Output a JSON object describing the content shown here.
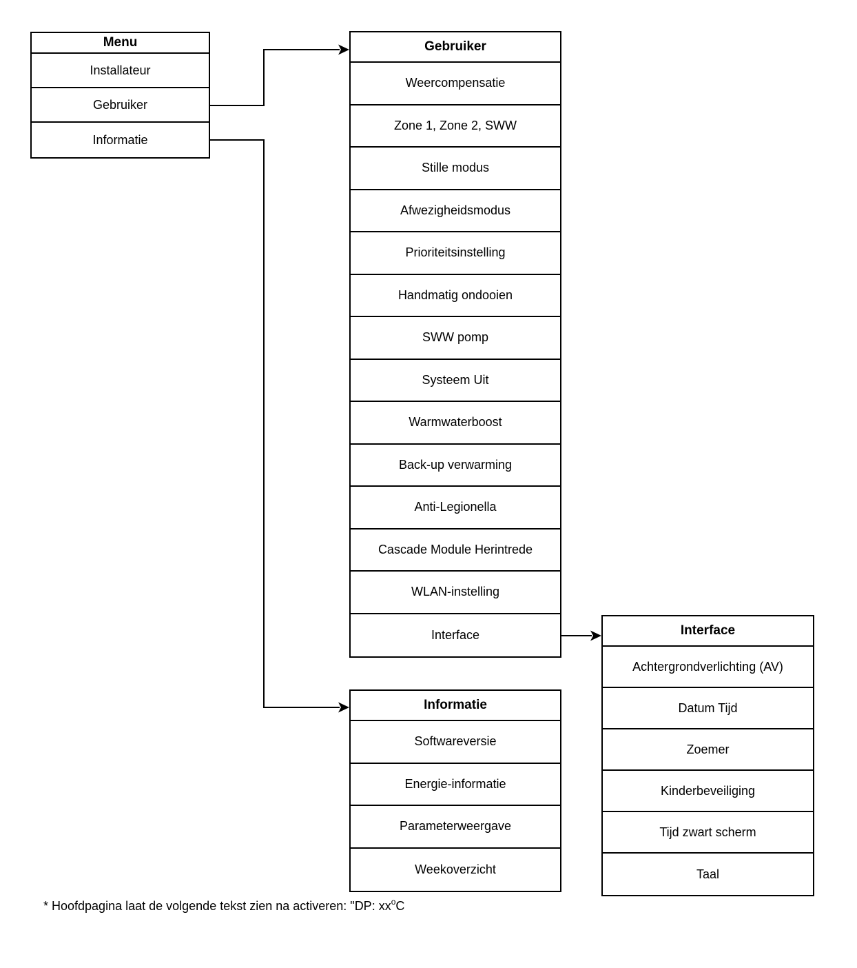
{
  "menu": {
    "title": "Menu",
    "items": [
      "Installateur",
      "Gebruiker",
      "Informatie"
    ]
  },
  "gebruiker": {
    "title": "Gebruiker",
    "items": [
      "Weercompensatie",
      "Zone 1, Zone 2, SWW",
      "Stille modus",
      "Afwezigheidsmodus",
      "Prioriteitsinstelling",
      "Handmatig ondooien",
      "SWW pomp",
      "Systeem Uit",
      "Warmwaterboost",
      "Back-up verwarming",
      "Anti-Legionella",
      "Cascade Module Herintrede",
      "WLAN-instelling",
      "Interface"
    ]
  },
  "informatie": {
    "title": "Informatie",
    "items": [
      "Softwareversie",
      "Energie-informatie",
      "Parameterweergave",
      "Weekoverzicht"
    ]
  },
  "interface": {
    "title": "Interface",
    "items": [
      "Achtergrondverlichting (AV)",
      "Datum Tijd",
      "Zoemer",
      "Kinderbeveiliging",
      "Tijd zwart scherm",
      "Taal"
    ]
  },
  "footnote": {
    "prefix": "* Hoofdpagina laat de volgende tekst zien na activeren: \"DP: xx",
    "superscript": "o",
    "suffix": "C"
  },
  "colors": {
    "line": "#000000",
    "text": "#000000",
    "background": "#ffffff"
  }
}
